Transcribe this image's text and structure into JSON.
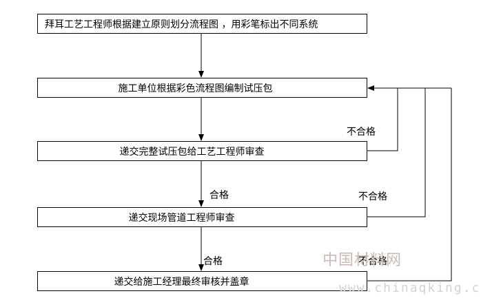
{
  "steps": [
    "拜耳工艺工程师根据建立原则划分流程图 ，用彩笔标出不同系统",
    "施工单位根据彩色流程图编制试压包",
    "递交完整试压包给工艺工程师审查",
    "递交现场管道工程师审查",
    "递交给施工经理最终审核并盖章"
  ],
  "labels": {
    "pass_1": "合格",
    "pass_2": "合格",
    "fail_1": "不合格",
    "fail_2": "不合格",
    "fail_3": "不合格"
  },
  "watermark": {
    "cn": "中国材料网",
    "url": "www.chinaqking.com"
  }
}
